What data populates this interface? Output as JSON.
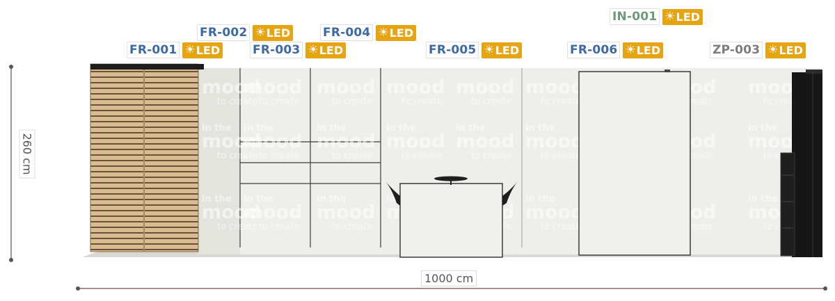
{
  "dimensions": {
    "height_label": "260 cm",
    "width_label": "1000 cm"
  },
  "watermark": {
    "line1": "in the",
    "line2": "mood",
    "line3": "to create"
  },
  "labels": [
    {
      "code": "FR-001",
      "led": "LED",
      "color": "#3d6aa3"
    },
    {
      "code": "FR-002",
      "led": "LED",
      "color": "#3d6aa3"
    },
    {
      "code": "FR-003",
      "led": "LED",
      "color": "#3d6aa3"
    },
    {
      "code": "FR-004",
      "led": "LED",
      "color": "#3d6aa3"
    },
    {
      "code": "FR-005",
      "led": "LED",
      "color": "#3d6aa3"
    },
    {
      "code": "FR-006",
      "led": "LED",
      "color": "#3d6aa3"
    },
    {
      "code": "IN-001",
      "led": "LED",
      "color": "#6f9a79"
    },
    {
      "code": "ZP-003",
      "led": "LED",
      "color": "#7d7d7d"
    }
  ],
  "colors": {
    "led_badge": "#e6a413",
    "wall": "#ebebe7",
    "floor": "#d9d8d2",
    "wood": "#d2b68a",
    "dark": "#1d1d1d",
    "dimension_line": "#7a4a4a"
  }
}
